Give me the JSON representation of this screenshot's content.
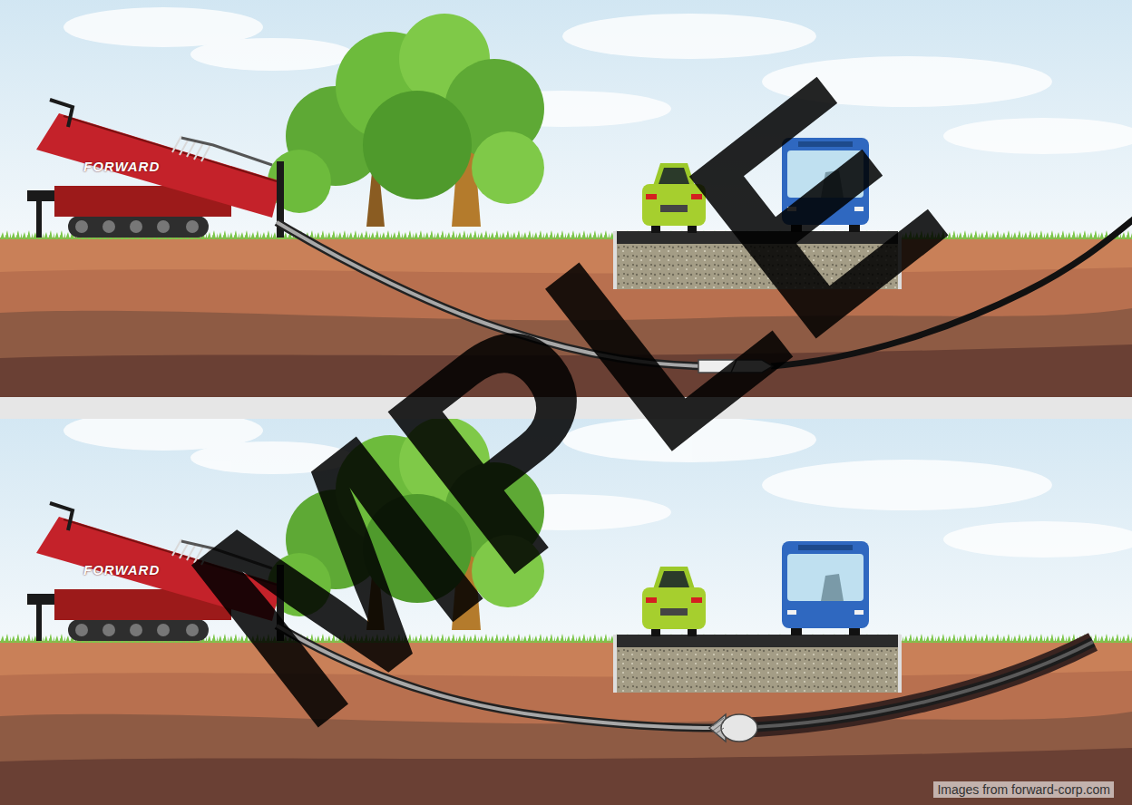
{
  "diagram": {
    "labels": [
      "FORWARD",
      "FORWARD",
      "Images from forward-corp.com",
      "MPLE"
    ]
  }
}
